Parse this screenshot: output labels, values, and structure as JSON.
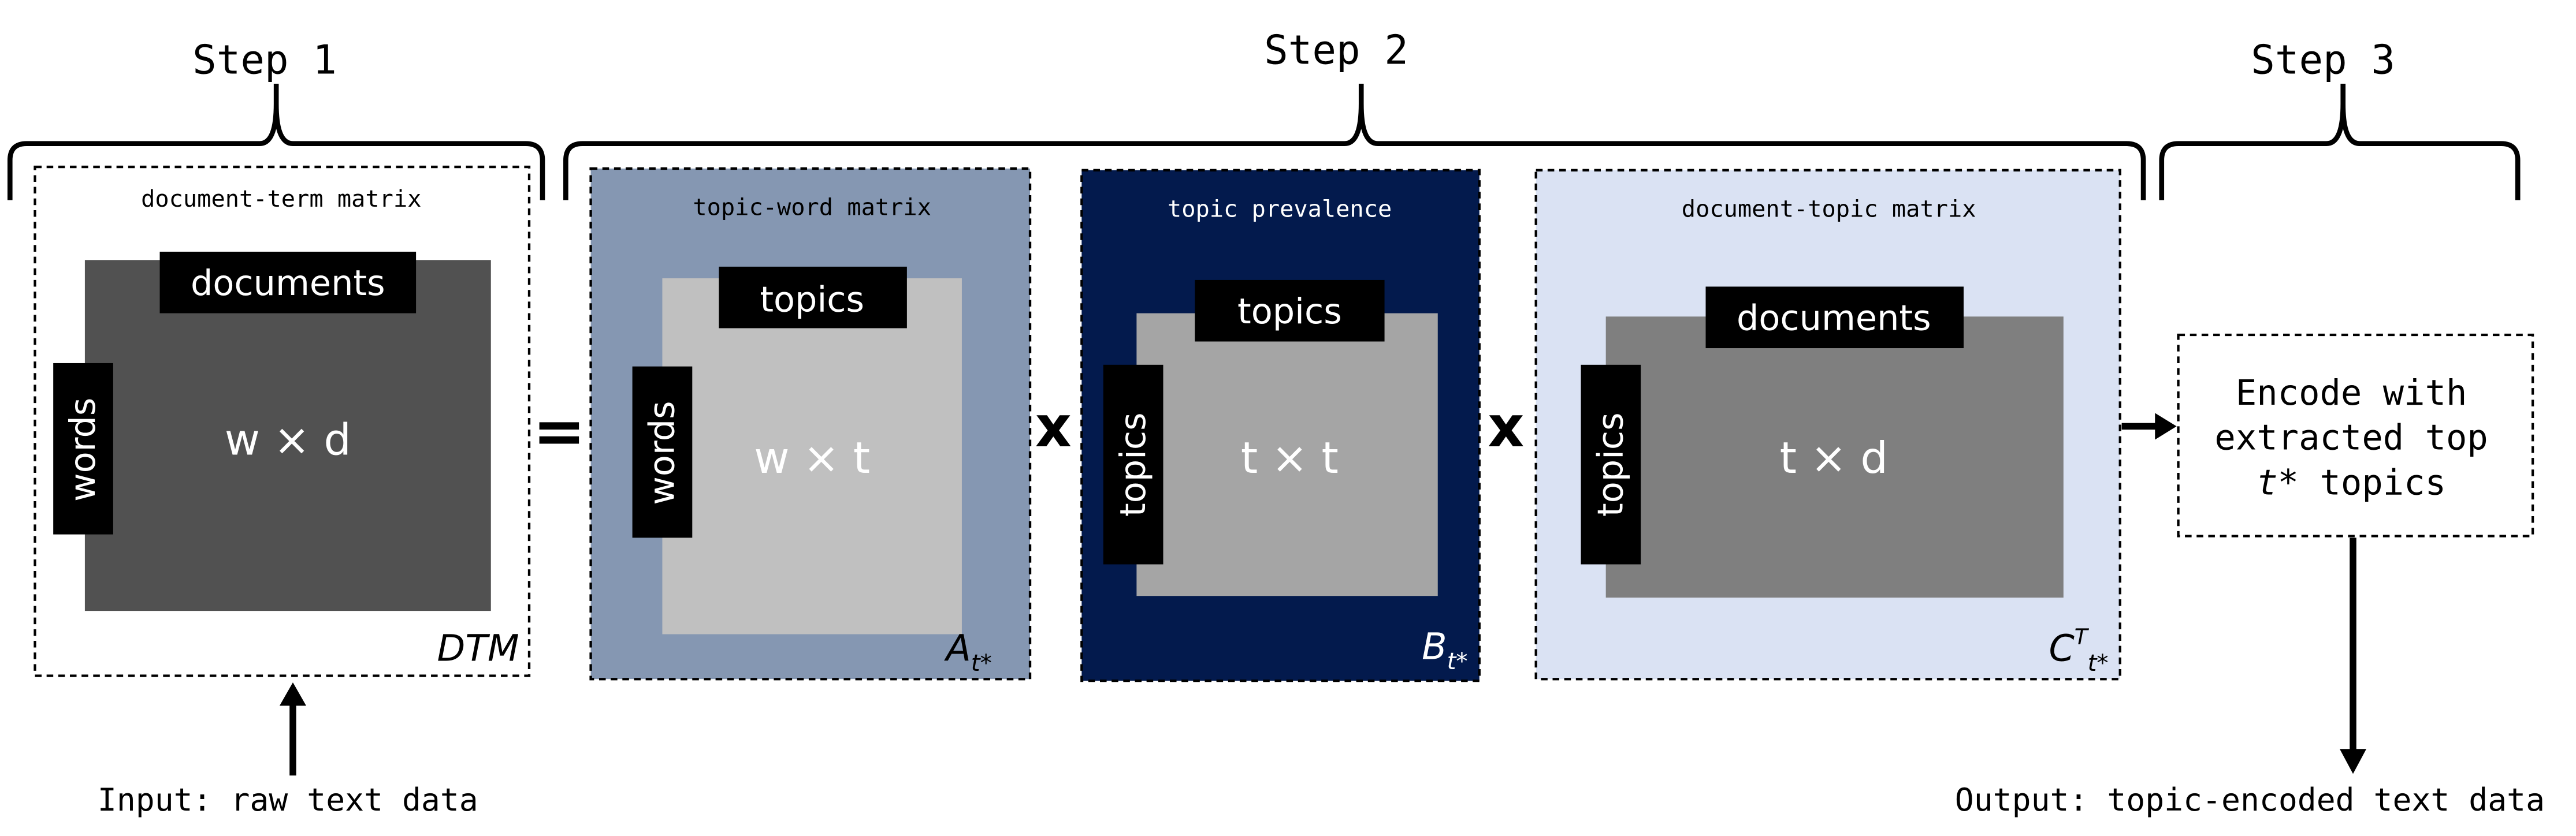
{
  "steps": {
    "step1": "Step 1",
    "step2": "Step 2",
    "step3": "Step 3"
  },
  "dtm": {
    "title": "document-term matrix",
    "top_label": "documents",
    "side_label": "words",
    "center": "w × d",
    "corner": "DTM"
  },
  "equals": "=",
  "a_matrix": {
    "title": "topic-word matrix",
    "top_label": "topics",
    "side_label": "words",
    "center": "w × t",
    "corner_main": "A",
    "corner_sub": "t*"
  },
  "times1": "x",
  "b_matrix": {
    "title": "topic prevalence",
    "top_label": "topics",
    "side_label": "topics",
    "center": "t × t",
    "corner_main": "B",
    "corner_sub": "t*"
  },
  "times2": "x",
  "c_matrix": {
    "title": "document-topic matrix",
    "top_label": "documents",
    "side_label": "topics",
    "center": "t × d",
    "corner_main": "C",
    "corner_sup": "T",
    "corner_sub": "t*"
  },
  "encode_box": {
    "line1": "Encode with",
    "line2": "extracted top",
    "line3_var": "t*",
    "line3_rest": " topics"
  },
  "input_label": "Input: raw text data",
  "output_label": "Output: topic-encoded text data",
  "colors": {
    "dtm_frame_bg": "#ffffff",
    "dtm_inner": "#515151",
    "a_frame_bg": "#8597b2",
    "a_inner": "#c0c0c0",
    "b_frame_bg": "#031a4d",
    "b_inner": "#a5a5a5",
    "c_frame_bg": "#dae2f3",
    "c_inner": "#7f7f7f",
    "label_bg": "#000000",
    "label_text": "#ffffff",
    "line": "#000000"
  }
}
